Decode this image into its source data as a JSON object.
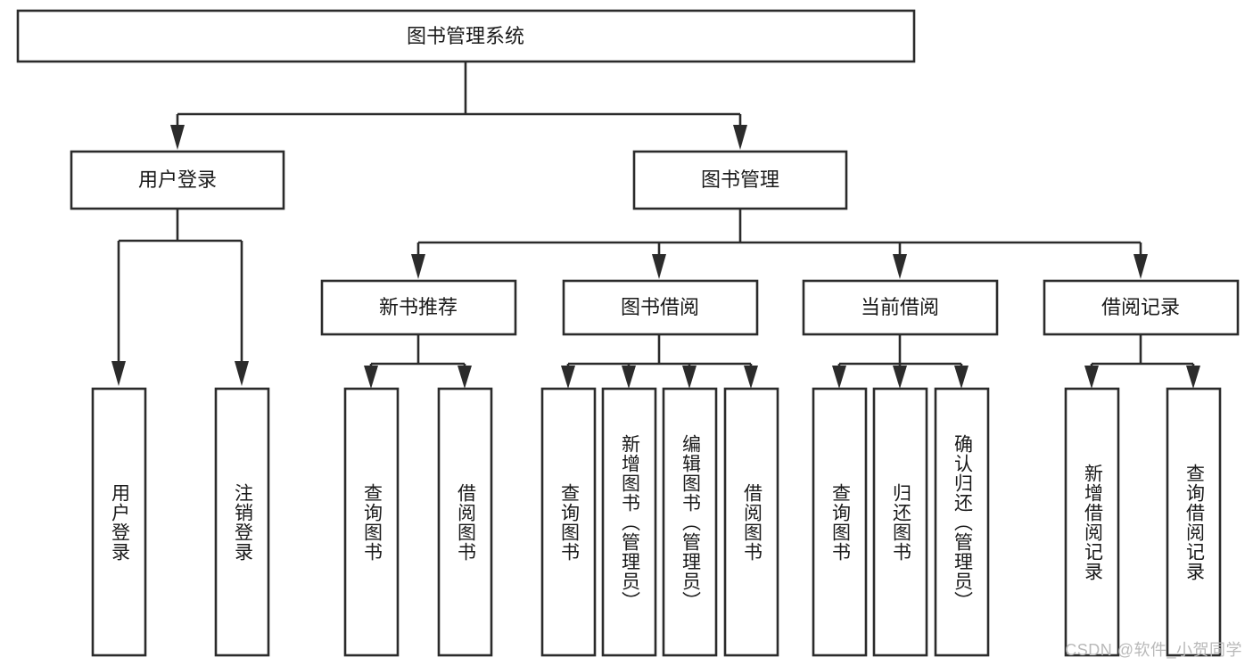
{
  "diagram": {
    "type": "hierarchy-tree",
    "title": "图书管理系统",
    "watermark": "CSDN @软件_小贺同学",
    "colors": {
      "background": "#ffffff",
      "box_fill": "#ffffff",
      "stroke": "#2b2b2b",
      "text": "#1a1a1a",
      "watermark": "#b9b9b9"
    },
    "root": {
      "label": "图书管理系统"
    },
    "level1": [
      {
        "label": "用户登录"
      },
      {
        "label": "图书管理"
      }
    ],
    "level2": [
      {
        "label": "新书推荐"
      },
      {
        "label": "图书借阅"
      },
      {
        "label": "当前借阅"
      },
      {
        "label": "借阅记录"
      }
    ],
    "leaves": {
      "user_login": [
        {
          "label": "用户登录"
        },
        {
          "label": "注销登录"
        }
      ],
      "new_book_recommend": [
        {
          "label": "查询图书"
        },
        {
          "label": "借阅图书"
        }
      ],
      "book_borrow": [
        {
          "label": "查询图书"
        },
        {
          "label": "新增图书（管理员）"
        },
        {
          "label": "编辑图书（管理员）"
        },
        {
          "label": "借阅图书"
        }
      ],
      "current_borrow": [
        {
          "label": "查询图书"
        },
        {
          "label": "归还图书"
        },
        {
          "label": "确认归还（管理员）"
        }
      ],
      "borrow_record": [
        {
          "label": "新增借阅记录"
        },
        {
          "label": "查询借阅记录"
        }
      ]
    }
  }
}
